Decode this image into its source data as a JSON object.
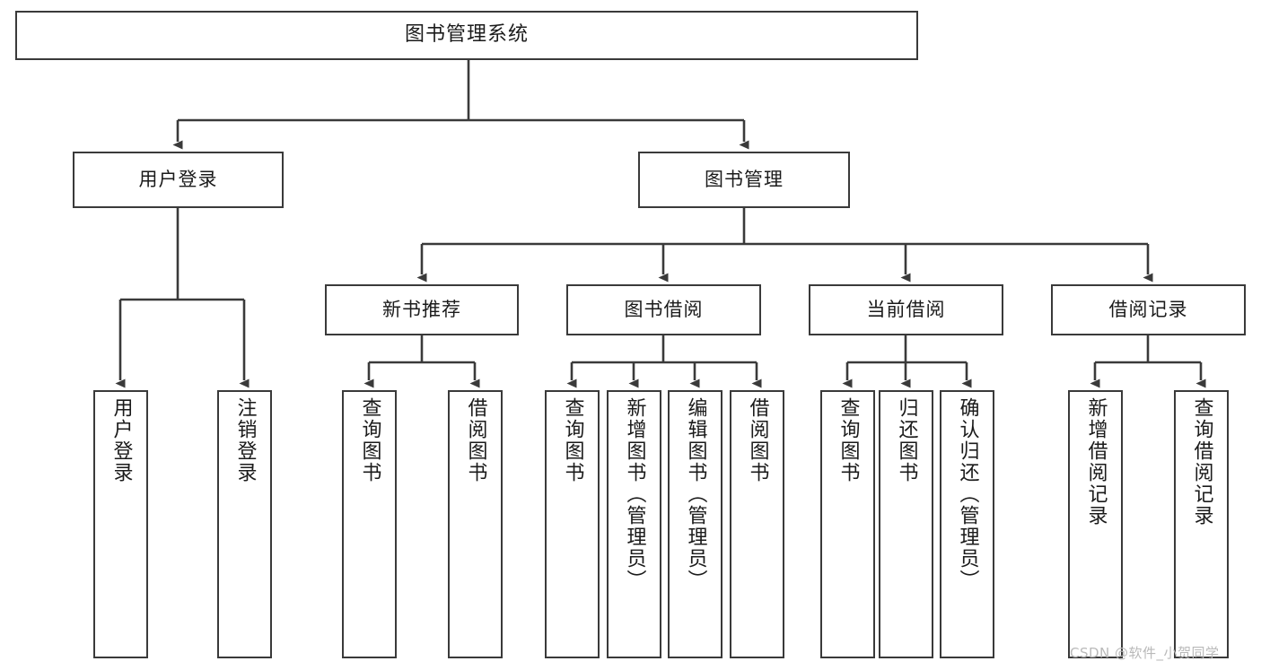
{
  "diagram": {
    "title_node": {
      "label": "图书管理系统"
    },
    "level2": [
      {
        "id": "user-login",
        "label": "用户登录"
      },
      {
        "id": "book-management",
        "label": "图书管理"
      }
    ],
    "level3": [
      {
        "id": "new-book-recommend",
        "label": "新书推荐"
      },
      {
        "id": "book-borrow",
        "label": "图书借阅"
      },
      {
        "id": "current-borrow",
        "label": "当前借阅"
      },
      {
        "id": "borrow-record",
        "label": "借阅记录"
      }
    ],
    "leaves": {
      "user_login": [
        {
          "id": "leaf-user-login",
          "label": "用户登录"
        },
        {
          "id": "leaf-logout-login",
          "label": "注销登录"
        }
      ],
      "new_book_recommend": [
        {
          "id": "leaf-query-book-1",
          "label": "查询图书"
        },
        {
          "id": "leaf-borrow-book-1",
          "label": "借阅图书"
        }
      ],
      "book_borrow": [
        {
          "id": "leaf-query-book-2",
          "label": "查询图书"
        },
        {
          "id": "leaf-add-book",
          "label": "新增图书（管理员）"
        },
        {
          "id": "leaf-edit-book",
          "label": "编辑图书（管理员）"
        },
        {
          "id": "leaf-borrow-book-2",
          "label": "借阅图书"
        }
      ],
      "current_borrow": [
        {
          "id": "leaf-query-book-3",
          "label": "查询图书"
        },
        {
          "id": "leaf-return-book",
          "label": "归还图书"
        },
        {
          "id": "leaf-confirm-return",
          "label": "确认归还（管理员）"
        }
      ],
      "borrow_record": [
        {
          "id": "leaf-add-record",
          "label": "新增借阅记录"
        },
        {
          "id": "leaf-query-record",
          "label": "查询借阅记录"
        }
      ]
    }
  },
  "watermark": {
    "text": "CSDN @软件_小贺同学"
  },
  "colors": {
    "box_border": "#3a3a3a",
    "box_fill": "#ffffff",
    "line": "#3a3a3a",
    "text": "#1b1b1b",
    "watermark": "#b9b9b9"
  }
}
